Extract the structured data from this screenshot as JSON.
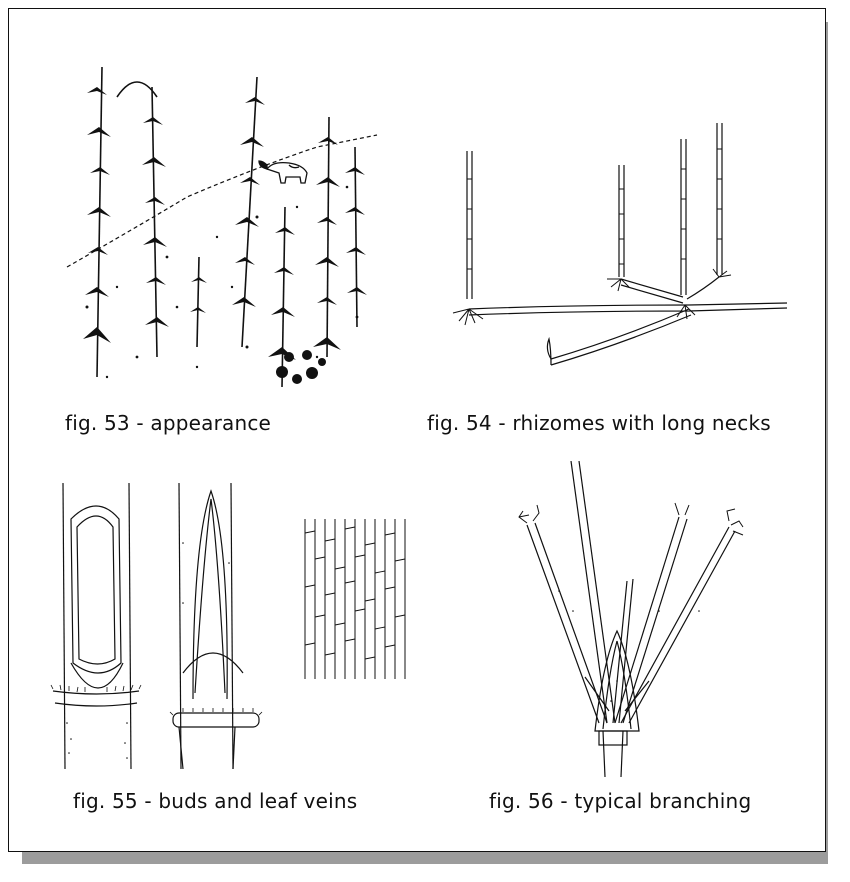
{
  "figures": [
    {
      "id": "fig53",
      "caption": "fig. 53 - appearance"
    },
    {
      "id": "fig54",
      "caption": "fig. 54 - rhizomes with long necks"
    },
    {
      "id": "fig55",
      "caption": "fig. 55 - buds and leaf veins"
    },
    {
      "id": "fig56",
      "caption": "fig. 56 - typical branching"
    }
  ],
  "colors": {
    "ink": "#111111",
    "shadow": "#9c9c9c",
    "paper": "#ffffff"
  }
}
